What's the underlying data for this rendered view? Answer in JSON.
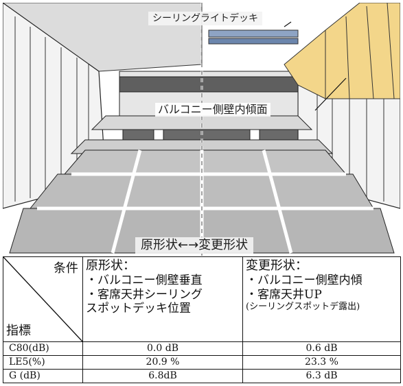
{
  "figure": {
    "labels": {
      "ceiling_deck": "シーリングライトデッキ",
      "balcony_wall": "バルコニー側壁内傾面",
      "comparison": "原形状←→変更形状"
    }
  },
  "table": {
    "corner_top": "条件",
    "corner_bottom": "指標",
    "col1": {
      "title": "原形状：",
      "line1": "・バルコニー側壁垂直",
      "line2": "・客席天井シーリング",
      "line3": "スポットデッキ位置"
    },
    "col2": {
      "title": "変更形状：",
      "line1": "・バルコニー側壁内傾",
      "line2": "・客席天井UP",
      "line3": "(シーリングスポットデ露出)"
    },
    "rows": [
      {
        "metric": "C80(dB)",
        "original": "0.0 dB",
        "modified": "0.6 dB"
      },
      {
        "metric": "LE5(%)",
        "original": "20.9 %",
        "modified": "23.3 %"
      },
      {
        "metric": "G (dB)",
        "original": "6.8dB",
        "modified": "6.3 dB"
      }
    ]
  }
}
